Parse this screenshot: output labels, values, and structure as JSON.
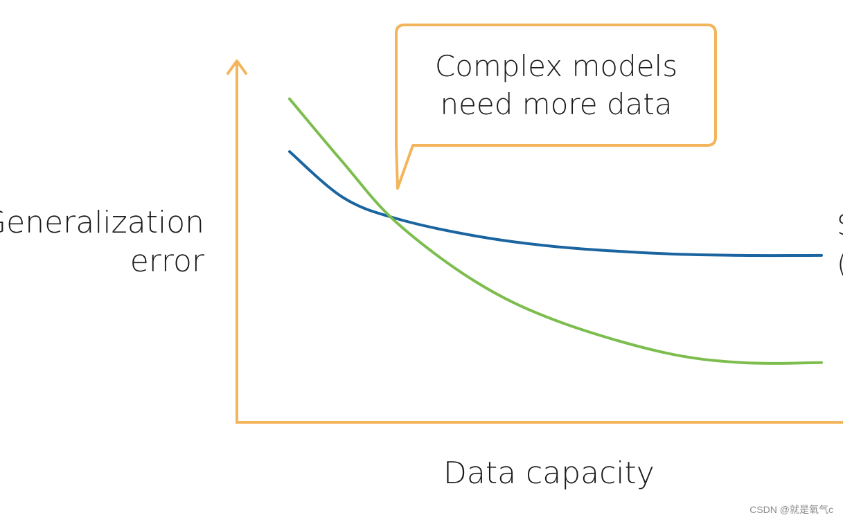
{
  "chart_data": {
    "type": "line",
    "title": "",
    "xlabel": "Data capacity",
    "ylabel_lines": [
      "Generalization",
      "error"
    ],
    "annotation": {
      "lines": [
        "Complex models",
        "need more data"
      ]
    },
    "series": [
      {
        "color": "#1a64a0",
        "x": [
          0.0,
          0.1,
          0.2,
          0.35,
          0.5,
          0.7,
          0.85,
          1.0
        ],
        "y": [
          0.75,
          0.62,
          0.56,
          0.51,
          0.48,
          0.46,
          0.455,
          0.455
        ]
      },
      {
        "color": "#7cbd4e",
        "x": [
          0.0,
          0.1,
          0.2,
          0.35,
          0.5,
          0.7,
          0.85,
          1.0
        ],
        "y": [
          0.9,
          0.72,
          0.55,
          0.38,
          0.27,
          0.18,
          0.15,
          0.15
        ]
      }
    ],
    "xlim": [
      0,
      1
    ],
    "ylim": [
      0,
      1
    ],
    "axis_color": "#f2b55b",
    "grid": false,
    "legend": "none",
    "cropped_right_edge_text": [
      "S",
      "("
    ]
  },
  "watermark": "CSDN @就是氧气c"
}
